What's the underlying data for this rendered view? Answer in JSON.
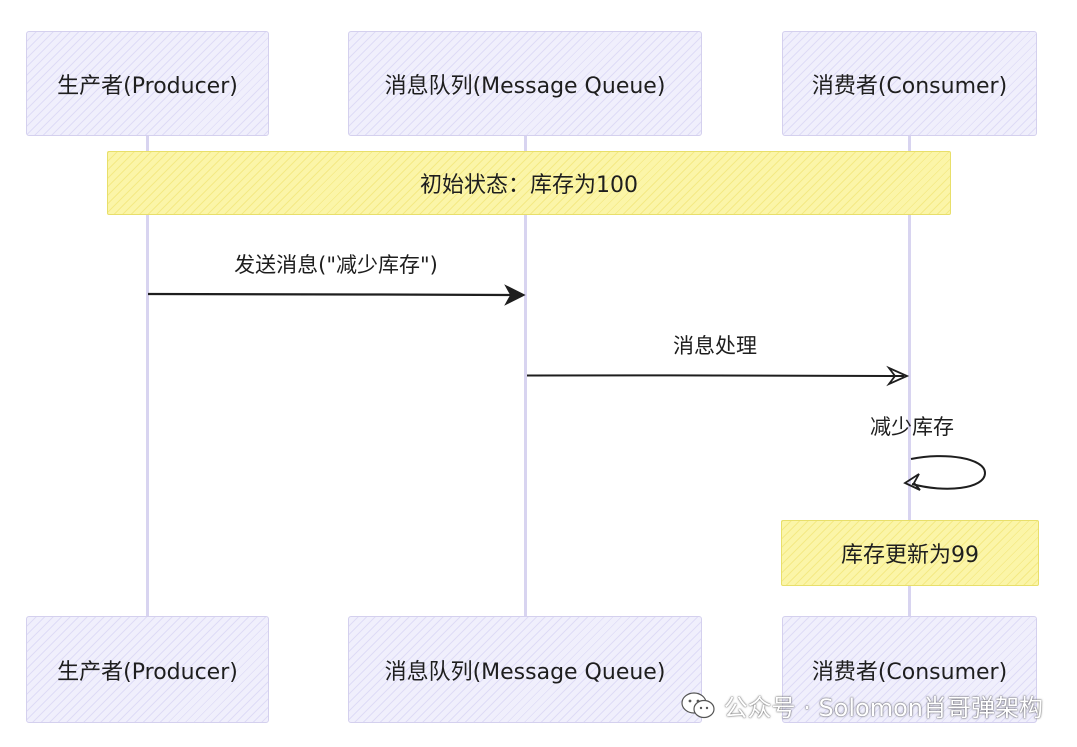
{
  "participants": [
    {
      "name": "生产者(Producer)"
    },
    {
      "name": "消息队列(Message Queue)"
    },
    {
      "name": "消费者(Consumer)"
    }
  ],
  "notes": {
    "initial_state": "初始状态：库存为100",
    "stock_updated": "库存更新为99"
  },
  "messages": {
    "send": "发送消息(\"减少库存\")",
    "process": "消息处理",
    "self_reduce": "减少库存"
  },
  "watermark": {
    "text": "公众号 · Solomon肖哥弹架构",
    "icon": "wechat-icon"
  },
  "colors": {
    "participant_fill": "#f0effc",
    "note_fill": "#fbf5a8",
    "lifeline": "#d8d4f0",
    "arrow": "#1e1e1e"
  }
}
